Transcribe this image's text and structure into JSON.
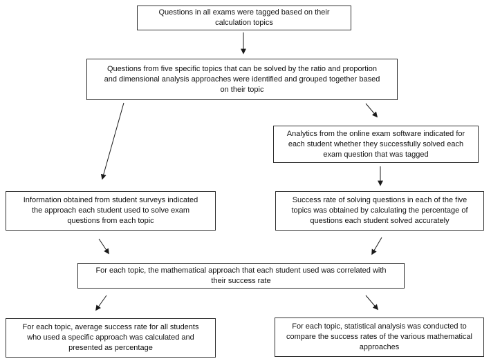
{
  "diagram": {
    "type": "flowchart",
    "accent_colors": {
      "box_border": "#2e2e2e",
      "arrow": "#1a1a1a",
      "background": "#ffffff"
    },
    "nodes": [
      {
        "id": "tag-questions",
        "text": "Questions in all exams were tagged based on their\ncalculation topics"
      },
      {
        "id": "group-topics",
        "text": "Questions from five specific topics that can be solved by the ratio and proportion\nand dimensional analysis approaches were identified and grouped together based\non their topic"
      },
      {
        "id": "exam-analytics",
        "text": "Analytics from the online exam software indicated for\neach student whether they successfully solved each\nexam question that was tagged"
      },
      {
        "id": "student-surveys",
        "text": "Information obtained from student surveys indicated\nthe approach each student used to solve exam\nquestions from each topic"
      },
      {
        "id": "success-rate",
        "text": "Success rate of solving questions in each of the five\ntopics was obtained by calculating the percentage of\nquestions each student solved accurately"
      },
      {
        "id": "correlation",
        "text": "For each topic, the mathematical approach that each student used was correlated with\ntheir success rate"
      },
      {
        "id": "average-success-rate",
        "text": "For each topic, average success rate for all students\nwho used a specific approach was calculated and\npresented as percentage"
      },
      {
        "id": "statistical-analysis",
        "text": "For each topic, statistical analysis was conducted to\ncompare the success rates of the various mathematical\napproaches"
      }
    ],
    "edges": [
      {
        "from": "tag-questions",
        "to": "group-topics"
      },
      {
        "from": "group-topics",
        "to": "student-surveys"
      },
      {
        "from": "group-topics",
        "to": "exam-analytics"
      },
      {
        "from": "exam-analytics",
        "to": "success-rate"
      },
      {
        "from": "student-surveys",
        "to": "correlation"
      },
      {
        "from": "success-rate",
        "to": "correlation"
      },
      {
        "from": "correlation",
        "to": "average-success-rate"
      },
      {
        "from": "correlation",
        "to": "statistical-analysis"
      }
    ]
  }
}
